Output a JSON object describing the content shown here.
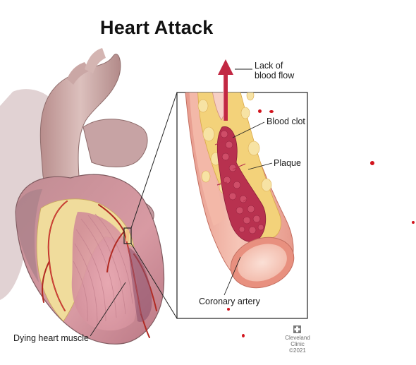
{
  "title": "Heart Attack",
  "labels": {
    "lack_of_blood_flow_line1": "Lack of",
    "lack_of_blood_flow_line2": "blood flow",
    "blood_clot": "Blood clot",
    "plaque": "Plaque",
    "coronary_artery": "Coronary artery",
    "dying_heart_muscle": "Dying heart muscle"
  },
  "credit": {
    "brand_line1": "Cleveland",
    "brand_line2": "Clinic",
    "copyright": "©2021"
  },
  "colors": {
    "blood_red": "#d2141d",
    "clot_red": "#b8314f",
    "plaque_yellow": "#f3d27a",
    "artery_pink": "#f2b7a6",
    "heart_muscle_pink": "#e6a1a7",
    "vessel_gray": "#c9aaa8"
  }
}
